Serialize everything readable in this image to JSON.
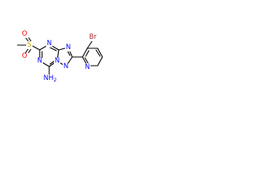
{
  "molecule": {
    "atoms": {
      "br": {
        "symbol": "Br",
        "color": "#a52a2a"
      },
      "n_pyridine": {
        "symbol": "N",
        "color": "#0000ff"
      },
      "n_triazole_top": {
        "symbol": "N",
        "color": "#0000ff"
      },
      "n_triazole_bottom": {
        "symbol": "N",
        "color": "#0000ff"
      },
      "n_bridge": {
        "symbol": "N",
        "color": "#0000ff"
      },
      "n_triazine_upper": {
        "symbol": "N",
        "color": "#0000ff"
      },
      "n_triazine_lower": {
        "symbol": "N",
        "color": "#0000ff"
      },
      "nh2": {
        "symbol": "NH2",
        "color": "#0000ff"
      },
      "s": {
        "symbol": "S",
        "color": "#b8a000"
      },
      "o_upper": {
        "symbol": "O",
        "color": "#ff0000"
      },
      "o_lower": {
        "symbol": "O",
        "color": "#ff0000"
      }
    },
    "bond_color": "#000000"
  }
}
